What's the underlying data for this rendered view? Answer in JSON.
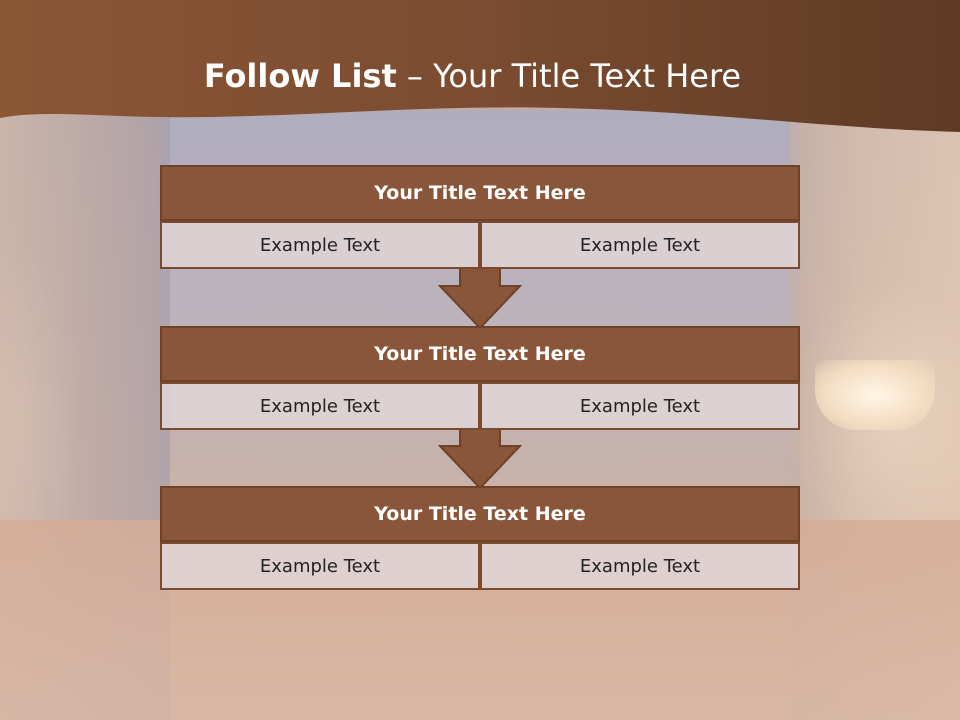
{
  "slide": {
    "title_bold": "Follow List",
    "title_rest": " – Your Title Text Here"
  },
  "colors": {
    "header_brown": "#7a4a2e",
    "block_head": "#8a563a",
    "cell_bg": "#ded4d4",
    "arrow": "#8a563a"
  },
  "blocks": [
    {
      "title": "Your Title Text Here",
      "left": "Example Text",
      "right": "Example Text"
    },
    {
      "title": "Your Title Text Here",
      "left": "Example Text",
      "right": "Example Text"
    },
    {
      "title": "Your Title Text Here",
      "left": "Example Text",
      "right": "Example Text"
    }
  ],
  "arrows": [
    "down-arrow-icon",
    "down-arrow-icon"
  ]
}
